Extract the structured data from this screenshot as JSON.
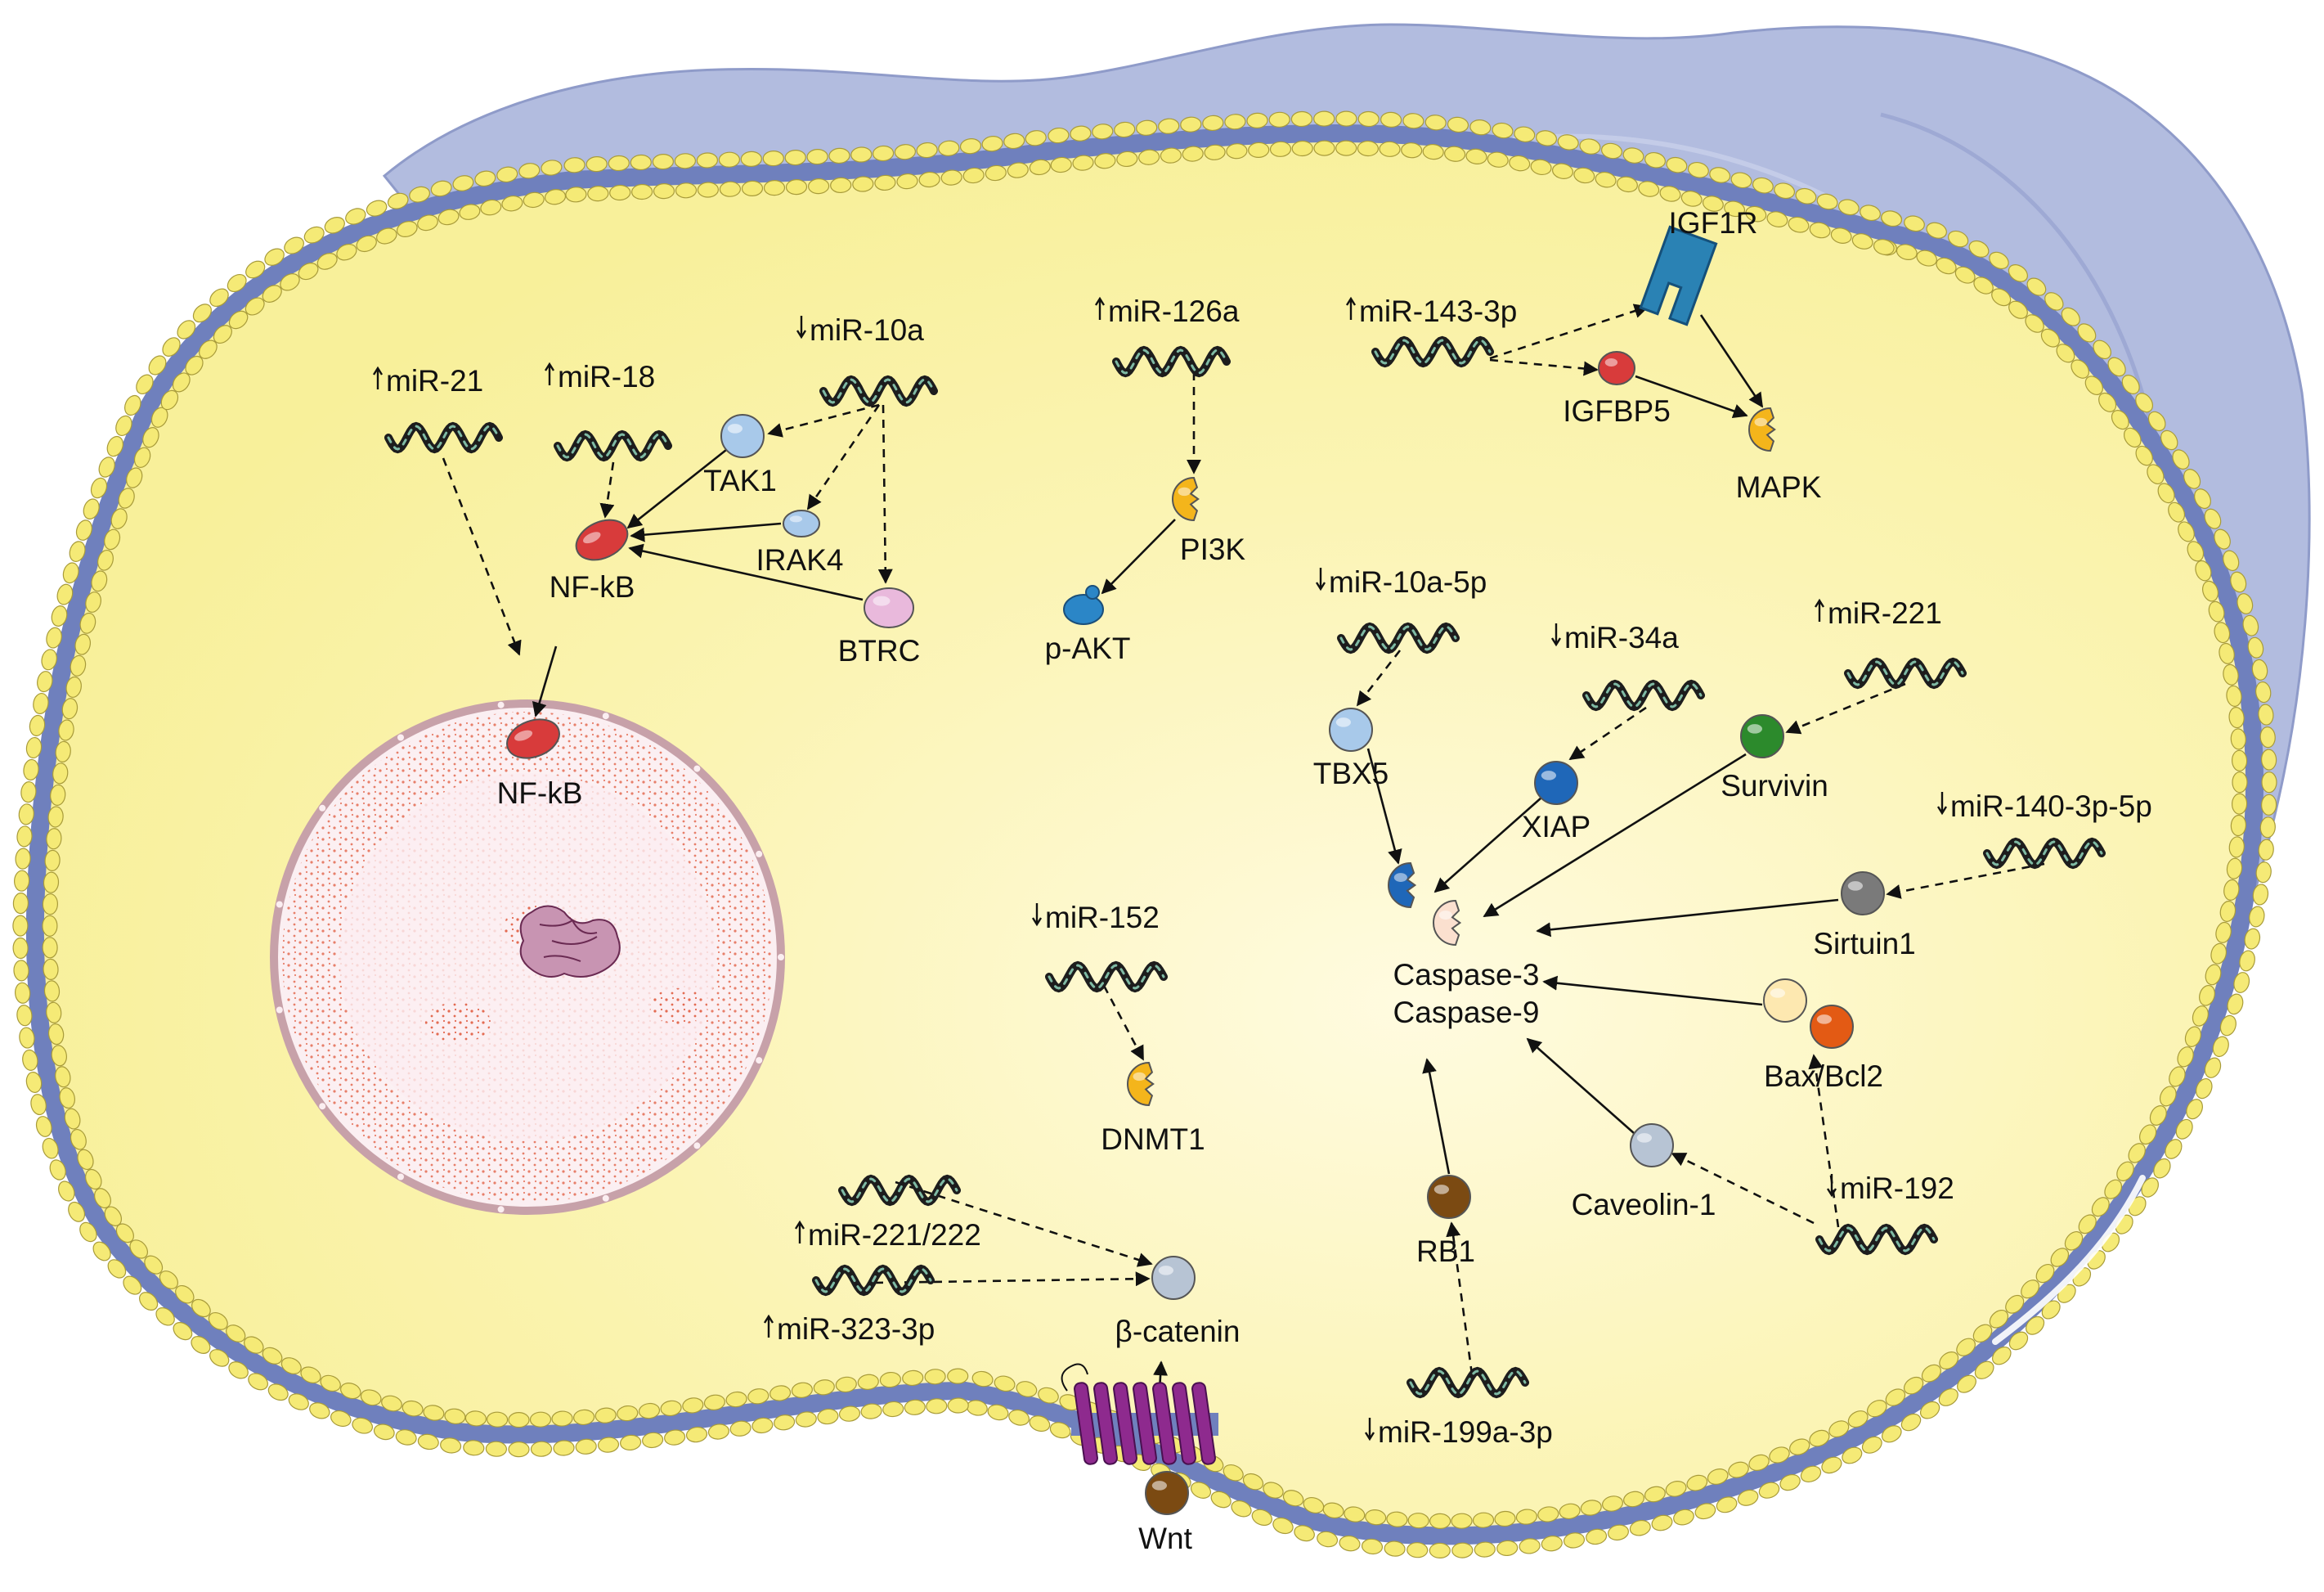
{
  "colors": {
    "outer_cell": "#b2bcdf",
    "cytoplasm": "#f8f09a",
    "cytoplasm_center": "#fffbe0",
    "membrane_head": "#f5ea76",
    "membrane_line": "#6f80bd",
    "nucleus_fill": "#fbeef1",
    "nuclear_envelope": "#c7a1a9",
    "chromatin": "#e36b52",
    "nucleolus": "#6a2a52",
    "mirna_dark": "#1d1d1d",
    "mirna_light": "#7fbaa4",
    "red": "#d83b3b",
    "light_blue": "#a8c9ea",
    "pink": "#e9b9dc",
    "yellow": "#f4b51b",
    "blue_dark": "#1f67b8",
    "green": "#2c8a2c",
    "gray": "#7a7a7a",
    "peach": "#fbe0cf",
    "orange": "#e35a14",
    "brown": "#7b4a12",
    "receptor_blue": "#2a82b4",
    "wnt_receptor": "#8e2a8e"
  },
  "icons": {
    "mirna": "wavy-helix-icon",
    "receptor": "igf1r-receptor-icon",
    "wnt_receptor": "seven-transmembrane-receptor-icon",
    "nucleus": "nucleus-icon"
  },
  "mirnas": {
    "mir21": {
      "dir": "up",
      "name": "miR-21"
    },
    "mir18": {
      "dir": "up",
      "name": "miR-18"
    },
    "mir10a": {
      "dir": "down",
      "name": "miR-10a"
    },
    "mir126a": {
      "dir": "up",
      "name": "miR-126a"
    },
    "mir1433p": {
      "dir": "up",
      "name": "miR-143-3p"
    },
    "mir10a5p": {
      "dir": "down",
      "name": "miR-10a-5p"
    },
    "mir34a": {
      "dir": "down",
      "name": "miR-34a"
    },
    "mir221": {
      "dir": "up",
      "name": "miR-221"
    },
    "mir1403p5p": {
      "dir": "down",
      "name": "miR-140-3p-5p"
    },
    "mir152": {
      "dir": "down",
      "name": "miR-152"
    },
    "mir221222": {
      "dir": "up",
      "name": "miR-221/222"
    },
    "mir3233p": {
      "dir": "up",
      "name": "miR-323-3p"
    },
    "mir192": {
      "dir": "down",
      "name": "miR-192"
    },
    "mir199a3p": {
      "dir": "down",
      "name": "miR-199a-3p"
    }
  },
  "nodes": {
    "tak1": "TAK1",
    "irak4": "IRAK4",
    "nfkb": "NF-kB",
    "btrc": "BTRC",
    "nfkb_nuclear": "NF-kB",
    "pi3k": "PI3K",
    "pakt": "p-AKT",
    "igf1r": "IGF1R",
    "igfbp5": "IGFBP5",
    "mapk": "MAPK",
    "tbx5": "TBX5",
    "xiap": "XIAP",
    "survivin": "Survivin",
    "sirtuin1": "Sirtuin1",
    "caspase3": "Caspase-3",
    "caspase9": "Caspase-9",
    "baxbcl2": "Bax/Bcl2",
    "caveolin1": "Caveolin-1",
    "rb1": "RB1",
    "dnmt1": "DNMT1",
    "bcatenin": "β-catenin",
    "wnt": "Wnt"
  }
}
